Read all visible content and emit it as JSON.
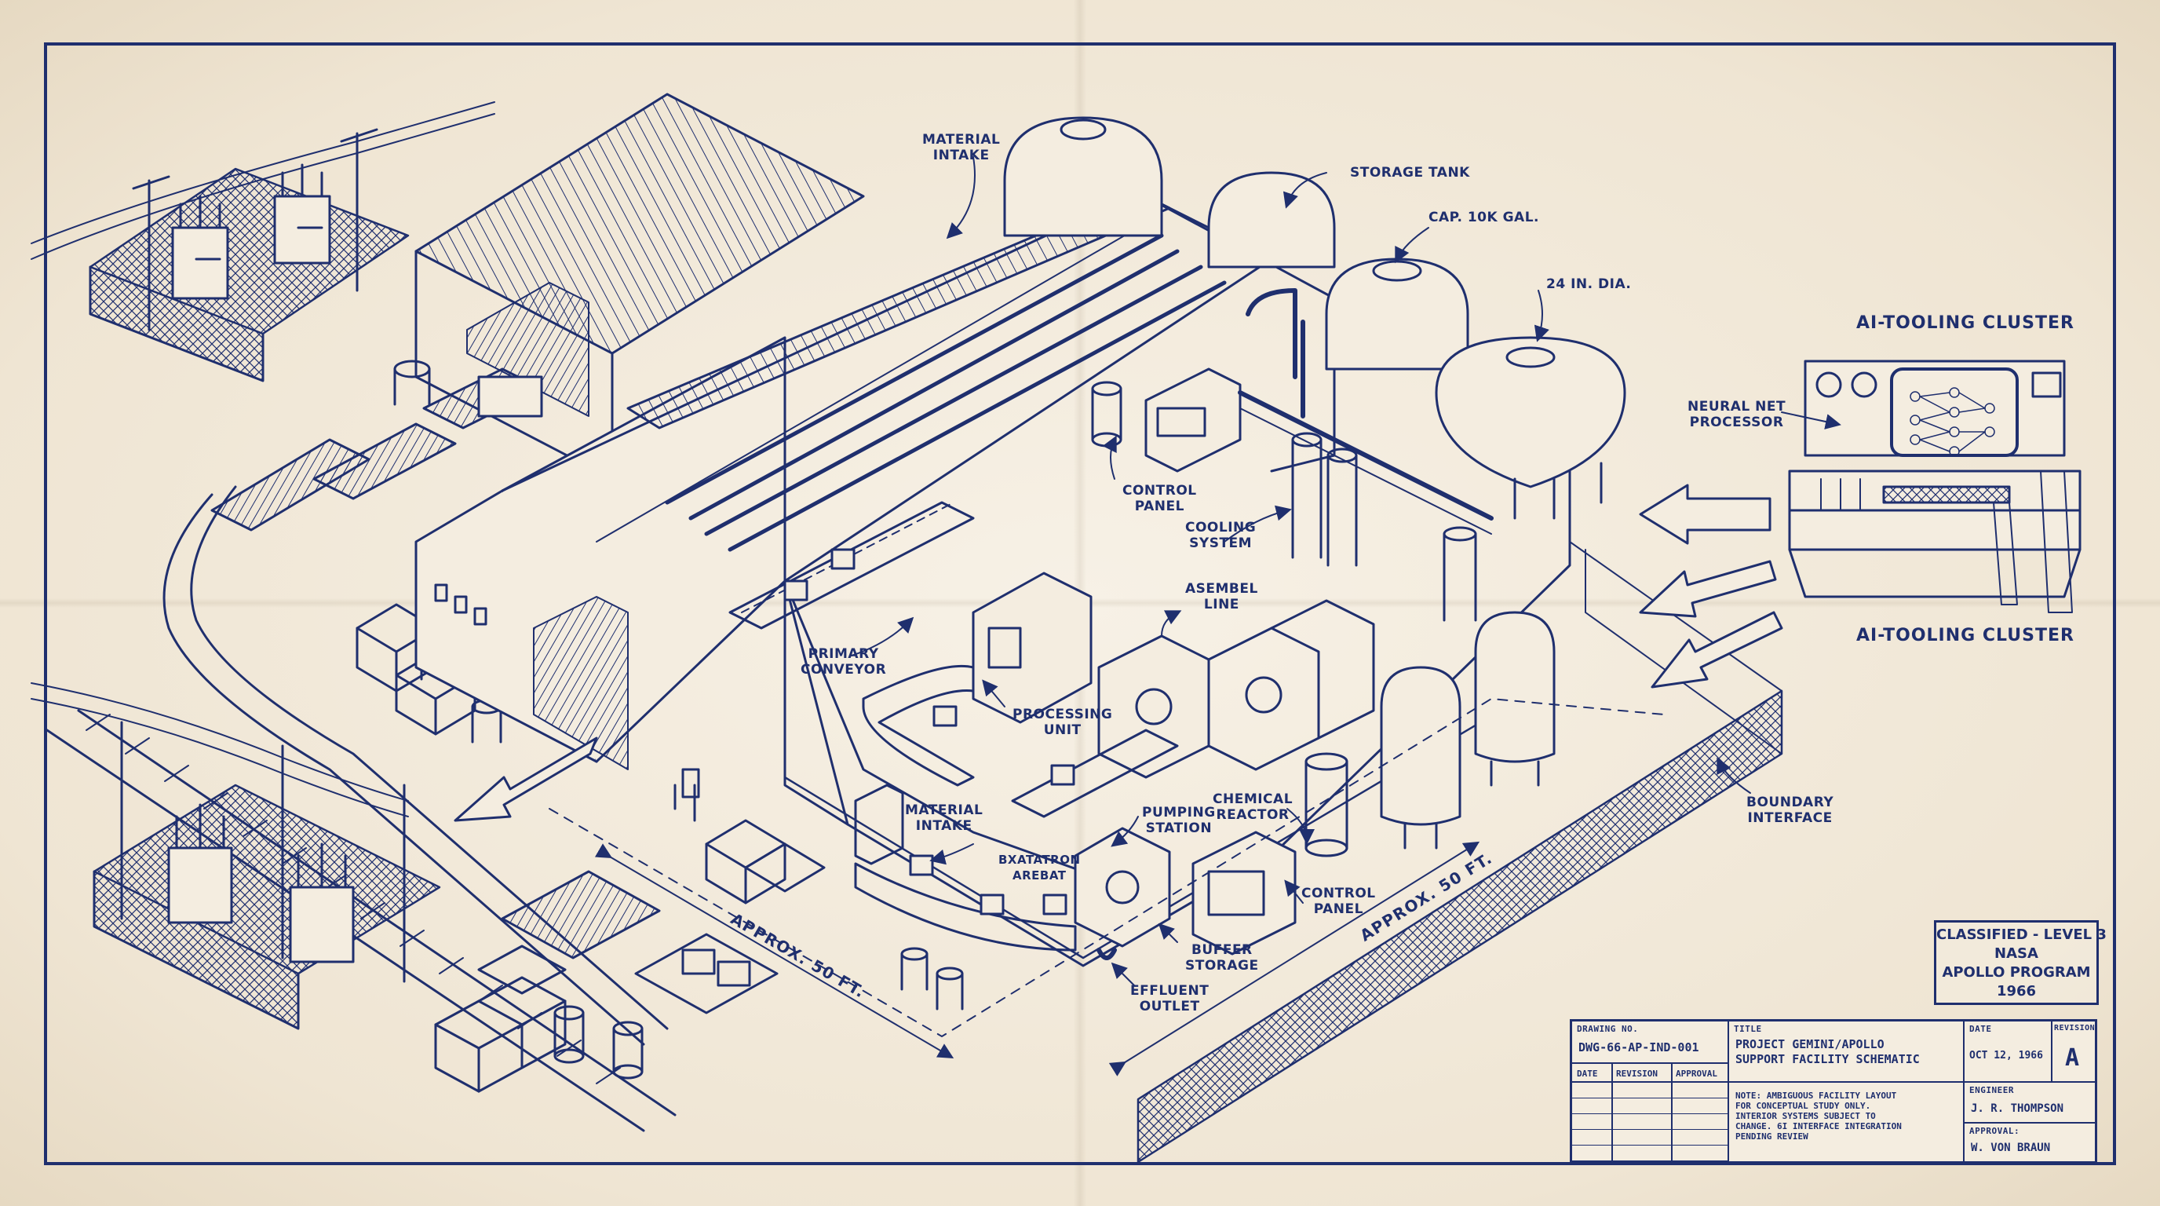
{
  "labels": {
    "material_intake_top": "MATERIAL\nINTAKE",
    "storage_tank": "STORAGE TANK",
    "capacity": "CAP. 10K GAL.",
    "diameter": "24 IN. DIA.",
    "cluster_top": "AI-TOOLING CLUSTER",
    "neural_net": "NEURAL NET\nPROCESSOR",
    "cluster_bottom": "AI-TOOLING CLUSTER",
    "control_panel_top": "CONTROL\nPANEL",
    "cooling_system": "COOLING\nSYSTEM",
    "assembly_line": "ASEMBEL\nLINE",
    "primary_conveyor": "PRIMARY\nCONVEYOR",
    "processing_unit": "PROCESSING\nUNIT",
    "material_intake_bottom": "MATERIAL\nINTAKE",
    "bxatatron": "BXATATRON\nAREBAT",
    "pumping_station": "PUMPING\nSTATION",
    "chemical_reactor": "CHEMICAL\nREACTOR",
    "control_panel_bottom": "CONTROL\nPANEL",
    "buffer_storage": "BUFFER\nSTORAGE",
    "effluent_outlet": "EFFLUENT\nOUTLET",
    "boundary_interface": "BOUNDARY\nINTERFACE",
    "dim_left": "APPROX. 50 FT.",
    "dim_right": "APPROX. 50 FT."
  },
  "stamp": {
    "line1": "CLASSIFIED - LEVEL 3",
    "line2": "NASA",
    "line3": "APOLLO PROGRAM",
    "line4": "1966"
  },
  "title_block": {
    "drawing_no_label": "DRAWING NO.",
    "drawing_no": "DWG-66-AP-IND-001",
    "title_label": "TITLE",
    "title": "PROJECT GEMINI/APOLLO\nSUPPORT FACILITY SCHEMATIC",
    "date_label": "DATE",
    "date": "OCT 12, 1966",
    "revision_label": "REVISION",
    "revision": "A",
    "col_date": "DATE",
    "col_revision": "REVISION",
    "col_approval": "APPROVAL",
    "note": "NOTE: AMBIGUOUS FACILITY LAYOUT\n  FOR CONCEPTUAL STUDY ONLY.\n  INTERIOR SYSTEMS SUBJECT TO\n  CHANGE. 6I INTERFACE INTEGRATION\n  PENDING REVIEW",
    "engineer_label": "ENGINEER",
    "engineer": "J. R. THOMPSON",
    "approval_label": "APPROVAL:",
    "approval": "W. VON BRAUN"
  },
  "colors": {
    "ink": "#1f2f6e",
    "paper": "#f4ede0"
  }
}
